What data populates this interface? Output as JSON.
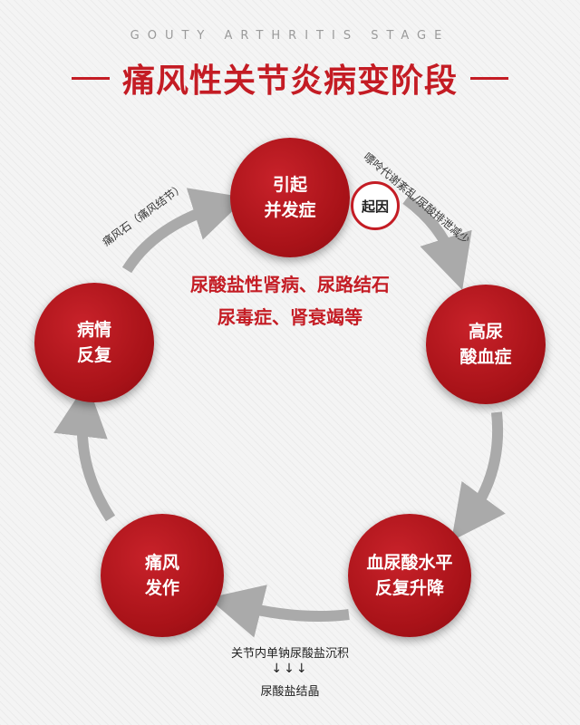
{
  "header": {
    "subtitle": "GOUTY ARTHRITIS STAGE",
    "title": "痛风性关节炎病变阶段"
  },
  "nodes": {
    "complication": "引起\n并发症",
    "hyperuricemia": "高尿\n酸血症",
    "fluctuation": "血尿酸水平\n反复升降",
    "attack": "痛风\n发作",
    "relapse": "病情\n反复"
  },
  "cause_badge": "起因",
  "center_text": {
    "line1": "尿酸盐性肾病、尿路结石",
    "line2": "尿毒症、肾衰竭等"
  },
  "arc_labels": {
    "top_left": "痛风石（痛风结节）",
    "top_right": "嘌呤代谢紊乱/尿酸排泄减少"
  },
  "bottom": {
    "line1": "关节内单钠尿酸盐沉积",
    "arrows": "↓↓↓",
    "line2": "尿酸盐结晶"
  },
  "colors": {
    "accent": "#c41c24",
    "node": "#a81218",
    "arrow": "#aaaaaa"
  }
}
